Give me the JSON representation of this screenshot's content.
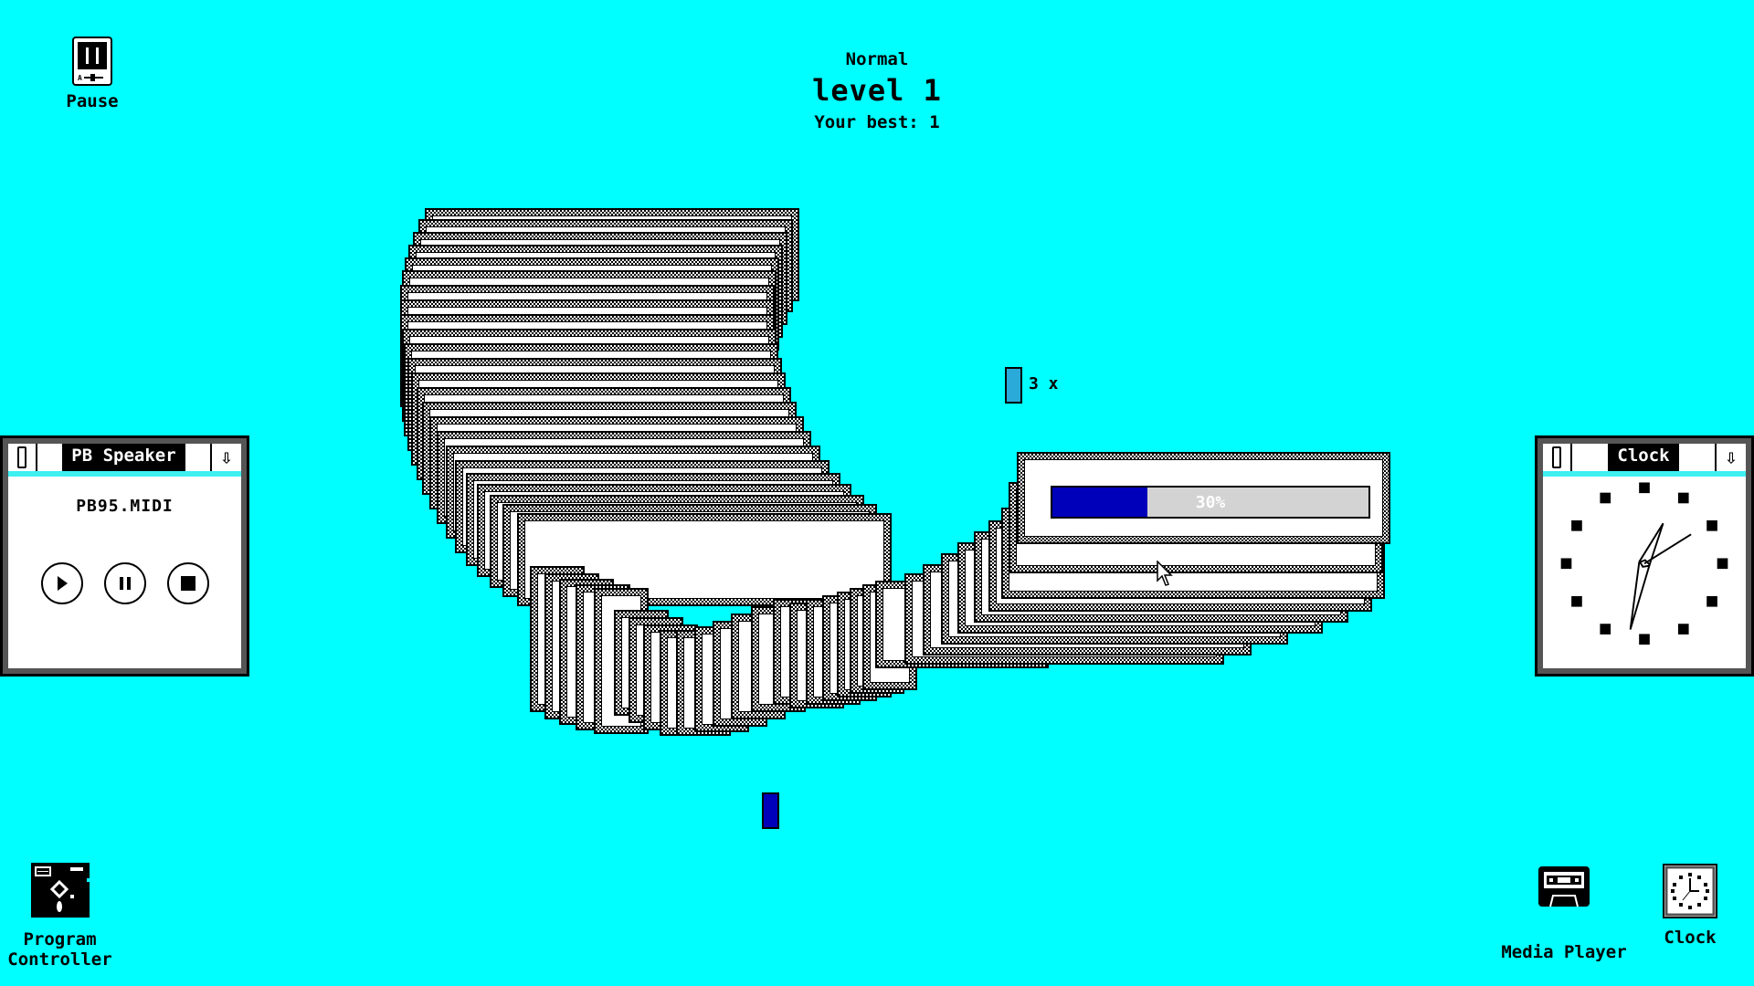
{
  "header": {
    "difficulty": "Normal",
    "level": "level 1",
    "best": "Your best: 1"
  },
  "desktop_icons": [
    {
      "id": "pause",
      "label": "Pause",
      "icon": "pause-icon"
    },
    {
      "id": "program-controller",
      "label_line1": "Program",
      "label_line2": "Controller",
      "icon": "floppy-disk-icon"
    },
    {
      "id": "media-player",
      "label": "Media Player",
      "icon": "cassette-icon"
    },
    {
      "id": "clock",
      "label": "Clock",
      "icon": "clock-icon"
    }
  ],
  "speaker_window": {
    "title": "PB Speaker",
    "file": "PB95.MIDI",
    "buttons": [
      "play",
      "pause",
      "stop"
    ]
  },
  "clock_window": {
    "title": "Clock",
    "hands": {
      "hour_angle_deg": 25,
      "minute_angle_deg": 192,
      "second_angle_deg": 58
    }
  },
  "progress_window": {
    "percent": 30,
    "label": "30%",
    "fill_color": "#0000bb",
    "track_color": "#d3d3d3"
  },
  "bonus": {
    "multiplier_label": "3 x",
    "color": "#2aaad8"
  },
  "player": {
    "color": "#0000bb"
  },
  "colors": {
    "desktop": "#00ffff"
  },
  "trail_windows": [
    [
      465,
      228,
      410,
      102
    ],
    [
      458,
      240,
      410,
      102
    ],
    [
      452,
      254,
      410,
      102
    ],
    [
      447,
      268,
      410,
      102
    ],
    [
      443,
      282,
      410,
      102
    ],
    [
      440,
      296,
      410,
      102
    ],
    [
      438,
      312,
      410,
      102
    ],
    [
      438,
      328,
      410,
      102
    ],
    [
      438,
      344,
      410,
      102
    ],
    [
      440,
      360,
      410,
      102
    ],
    [
      442,
      376,
      410,
      102
    ],
    [
      446,
      392,
      410,
      102
    ],
    [
      450,
      408,
      410,
      102
    ],
    [
      456,
      424,
      410,
      102
    ],
    [
      462,
      440,
      410,
      102
    ],
    [
      470,
      456,
      410,
      102
    ],
    [
      478,
      472,
      410,
      102
    ],
    [
      488,
      488,
      410,
      102
    ],
    [
      498,
      504,
      410,
      102
    ],
    [
      510,
      518,
      410,
      102
    ],
    [
      522,
      530,
      410,
      102
    ],
    [
      536,
      542,
      410,
      102
    ],
    [
      550,
      552,
      410,
      102
    ],
    [
      566,
      562,
      410,
      102
    ],
    [
      580,
      620,
      60,
      160
    ],
    [
      596,
      628,
      60,
      160
    ],
    [
      612,
      634,
      60,
      160
    ],
    [
      630,
      640,
      60,
      160
    ],
    [
      650,
      644,
      60,
      160
    ],
    [
      672,
      668,
      60,
      116
    ],
    [
      688,
      676,
      60,
      116
    ],
    [
      704,
      684,
      60,
      116
    ],
    [
      722,
      690,
      60,
      116
    ],
    [
      740,
      690,
      60,
      116
    ],
    [
      760,
      686,
      60,
      116
    ],
    [
      780,
      680,
      60,
      116
    ],
    [
      800,
      672,
      60,
      116
    ],
    [
      822,
      664,
      60,
      116
    ],
    [
      846,
      656,
      60,
      116
    ],
    [
      864,
      660,
      60,
      116
    ],
    [
      882,
      656,
      60,
      116
    ],
    [
      900,
      652,
      60,
      116
    ],
    [
      916,
      648,
      60,
      116
    ],
    [
      930,
      644,
      60,
      116
    ],
    [
      944,
      640,
      60,
      116
    ],
    [
      958,
      636,
      190,
      96
    ],
    [
      990,
      628,
      350,
      100
    ],
    [
      1010,
      618,
      360,
      100
    ],
    [
      1030,
      606,
      380,
      100
    ],
    [
      1048,
      594,
      400,
      100
    ],
    [
      1066,
      582,
      410,
      100
    ],
    [
      1082,
      570,
      420,
      100
    ],
    [
      1096,
      556,
      420,
      100
    ],
    [
      1104,
      528,
      410,
      100
    ]
  ]
}
